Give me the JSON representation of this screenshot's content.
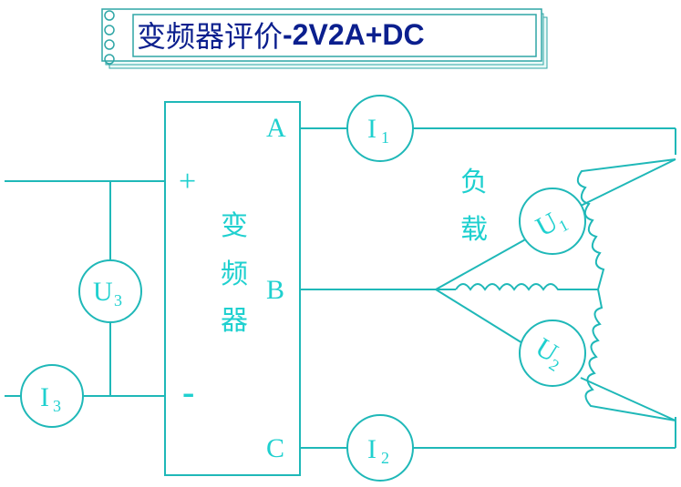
{
  "title": {
    "chinese": "变频器评价",
    "suffix": "-2V2A+DC"
  },
  "converter": {
    "label": [
      "变",
      "频",
      "器"
    ],
    "phase_a": "A",
    "phase_b": "B",
    "phase_c": "C",
    "dc_plus": "+",
    "dc_minus": "-"
  },
  "load": {
    "label": [
      "负",
      "载"
    ]
  },
  "meters": {
    "i1": {
      "letter": "I",
      "sub": "1"
    },
    "i2": {
      "letter": "I",
      "sub": "2"
    },
    "i3": {
      "letter": "I",
      "sub": "3"
    },
    "u1": {
      "letter": "U",
      "sub": "1"
    },
    "u2": {
      "letter": "U",
      "sub": "2"
    },
    "u3": {
      "letter": "U",
      "sub": "3"
    }
  },
  "colors": {
    "line": "#1fb8b8",
    "text": "#1fd0cf",
    "title": "#0b1f8e",
    "card_border": "#2fa6a6",
    "card_fill": "#e9f9f7"
  }
}
